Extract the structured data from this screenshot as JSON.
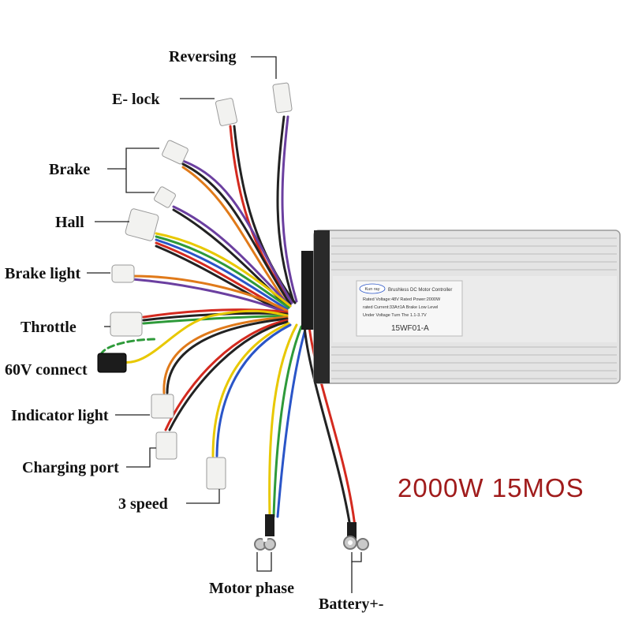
{
  "labels": {
    "reversing": "Reversing",
    "elock": "E- lock",
    "brake": "Brake",
    "hall": "Hall",
    "brake_light": "Brake light",
    "throttle": "Throttle",
    "connect_60v": "60V connect",
    "indicator_light": "Indicator light",
    "charging_port": "Charging port",
    "three_speed": "3 speed",
    "motor_phase": "Motor phase",
    "battery": "Battery+-"
  },
  "product_title": "2000W 15MOS",
  "controller_plate": {
    "brand": "Kun ray",
    "heading": "Brushless DC Motor Controller",
    "line1": "Rated Voltage:48V   Rated Power:2000W",
    "line2": "rated Current:33A±1A   Brake Low Level",
    "line3": "Under Voltage Turn The 1.1-3.7V",
    "model": "15WF01-A"
  },
  "colors": {
    "title": "#a01c1c",
    "housing": "#e4e4e4",
    "wire_red": "#d42a1f",
    "wire_black": "#222222",
    "wire_yellow": "#e8c800",
    "wire_green": "#2e9a3a",
    "wire_blue": "#2a55c8",
    "wire_purple": "#6b3fa0",
    "wire_orange": "#e07a1a"
  }
}
